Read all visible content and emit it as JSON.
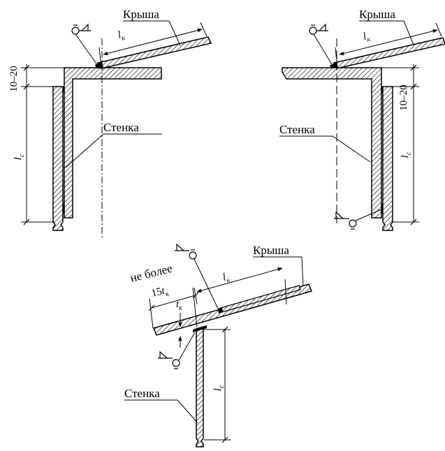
{
  "diagrams": [
    {
      "id": "top-left",
      "roof_label": "Крыша",
      "wall_label": "Стенка",
      "gap_label": "10–20",
      "roof_length": {
        "symbol": "l",
        "sub": "к"
      },
      "wall_length": {
        "symbol": "l",
        "sub": "с"
      }
    },
    {
      "id": "top-right",
      "roof_label": "Крыша",
      "wall_label": "Стенка",
      "gap_label": "10–20",
      "roof_length": {
        "symbol": "l",
        "sub": "к"
      },
      "wall_length": {
        "symbol": "l",
        "sub": "с"
      }
    },
    {
      "id": "bottom",
      "roof_label": "Крыша",
      "wall_label": "Стенка",
      "overhang_limit_label": "не более",
      "overhang_value": {
        "number": "15",
        "symbol": "t",
        "sub": "к"
      },
      "thickness": {
        "symbol": "t",
        "sub": "к"
      },
      "roof_length": {
        "symbol": "l",
        "sub": "к"
      },
      "wall_length": {
        "symbol": "l",
        "sub": "с"
      }
    }
  ],
  "colors": {
    "ink": "#000000",
    "paper": "#ffffff"
  },
  "icons": [
    "weld-symbol-icon"
  ]
}
